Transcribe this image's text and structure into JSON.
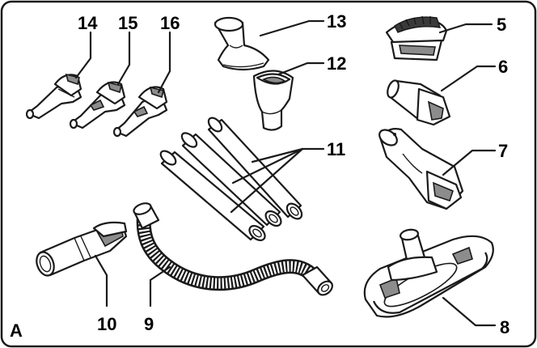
{
  "figure": {
    "panel_letter": "A",
    "callouts": {
      "c5": "5",
      "c6": "6",
      "c7": "7",
      "c8": "8",
      "c9": "9",
      "c10": "10",
      "c11": "11",
      "c12": "12",
      "c13": "13",
      "c14": "14",
      "c15": "15",
      "c16": "16"
    }
  }
}
